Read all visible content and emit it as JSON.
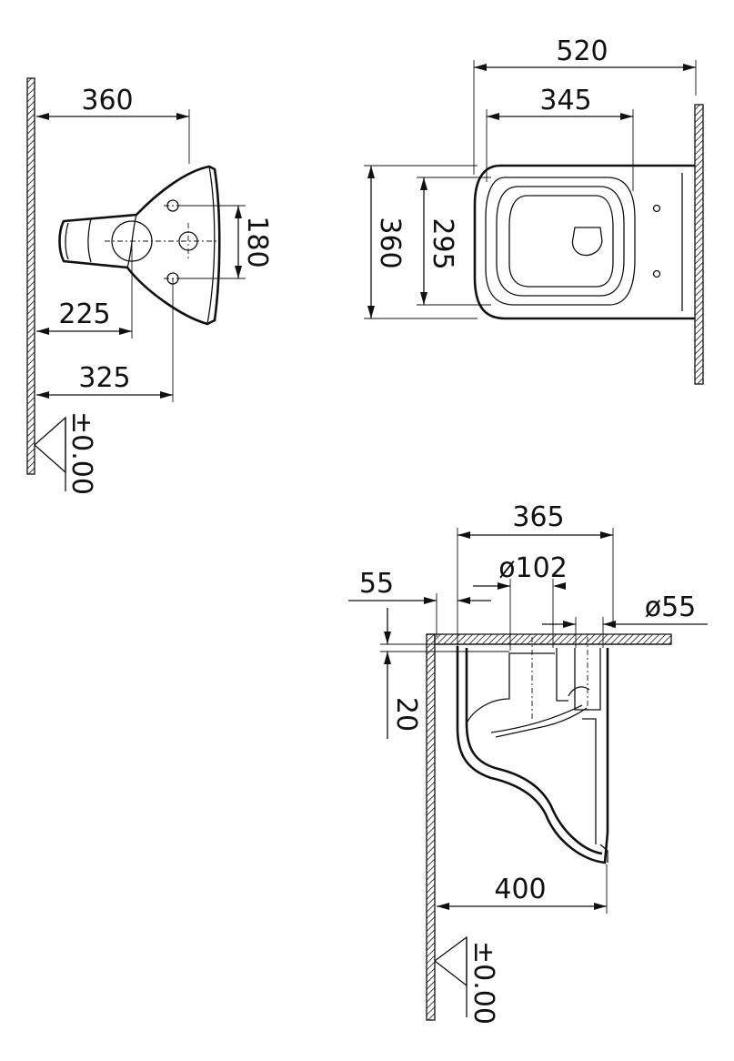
{
  "views": {
    "side_view": {
      "dim_width": "360",
      "dim_height": "180",
      "dim_225": "225",
      "dim_325": "325",
      "level": "±0.00"
    },
    "top_view": {
      "dim_overall": "520",
      "dim_seat": "345",
      "dim_depth": "360",
      "dim_inner": "295"
    },
    "section_view": {
      "dim_365": "365",
      "dim_102": "ø102",
      "dim_55_left": "55",
      "dim_55_pipe": "ø55",
      "dim_20": "20",
      "dim_400": "400",
      "level": "±0.00"
    }
  }
}
